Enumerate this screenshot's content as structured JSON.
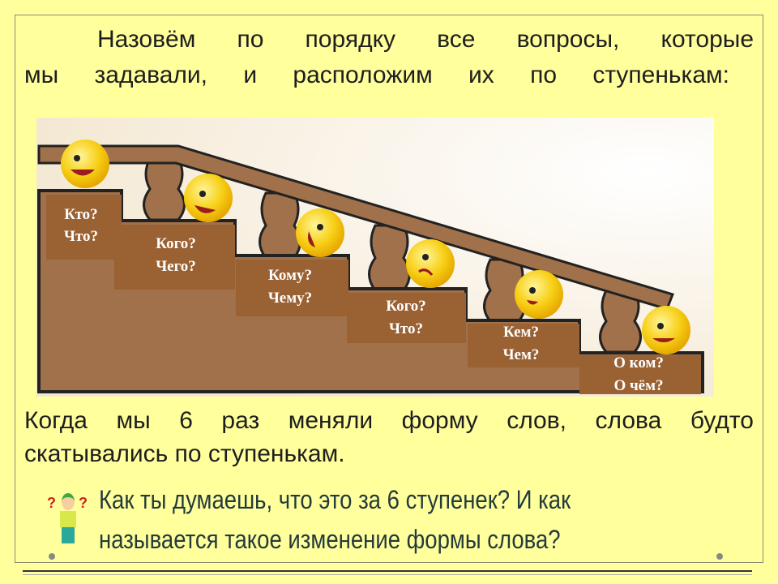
{
  "intro": {
    "line1": "Назовём  по  порядку  все  вопросы,  которые",
    "line2": "мы  задавали,  и  расположим  их  по  ступенькам:"
  },
  "steps": [
    {
      "q1": "Кто?",
      "q2": "Что?"
    },
    {
      "q1": "Кого?",
      "q2": "Чего?"
    },
    {
      "q1": "Кому?",
      "q2": "Чему?"
    },
    {
      "q1": "Кого?",
      "q2": "Что?"
    },
    {
      "q1": "Кем?",
      "q2": "Чем?"
    },
    {
      "q1": "О ком?",
      "q2": "О чём?"
    }
  ],
  "outro": {
    "line1": "Когда  мы  6  раз  меняли форму слов, слова  будто",
    "line2": "скатывались  по  ступенькам."
  },
  "question": {
    "line1": "Как ты думаешь, что это за 6 ступенек?  И  как",
    "line2": "называется такое изменение формы  слова?"
  },
  "colors": {
    "background": "#ffff9c",
    "wood": "#a0714a",
    "wood_dark": "#9a6133",
    "smiley": "#f5c400"
  }
}
